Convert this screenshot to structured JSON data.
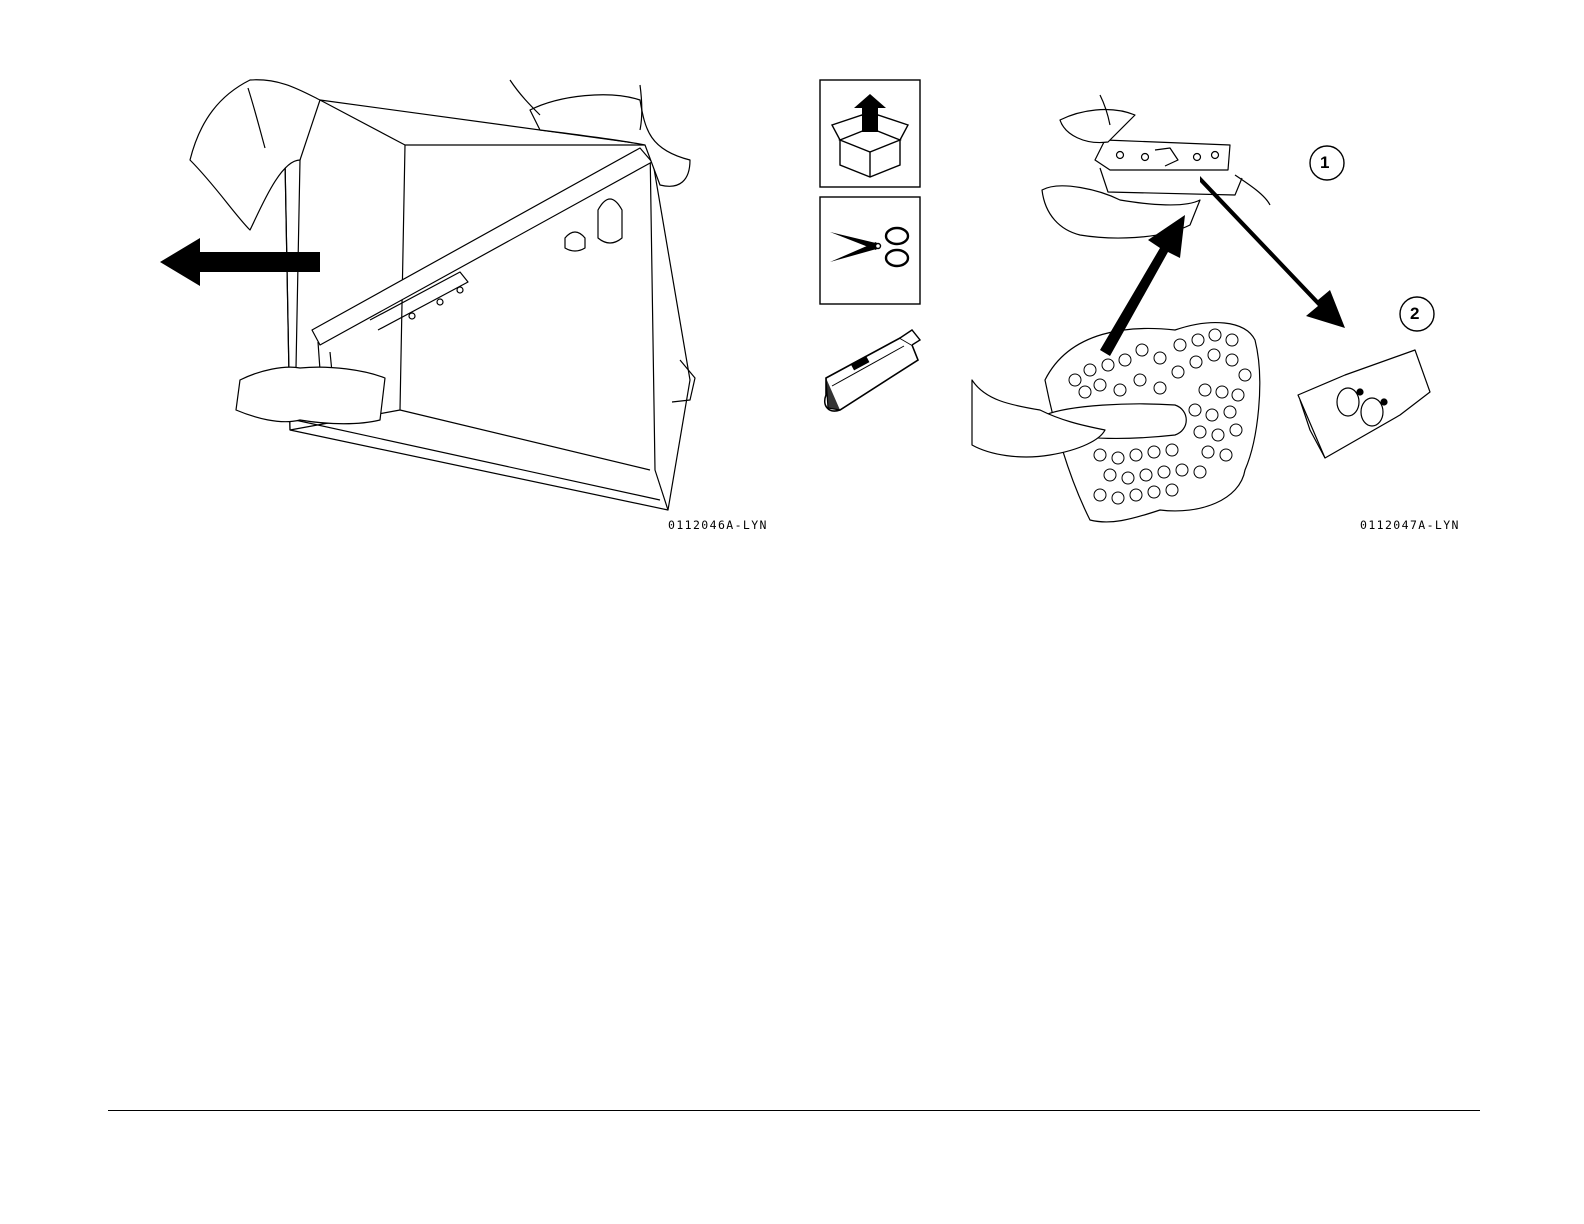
{
  "figure_left": {
    "caption_code": "0112046A-LYN"
  },
  "figure_right": {
    "caption_code": "0112047A-LYN",
    "callouts": [
      "1",
      "2"
    ]
  },
  "tool_icons": {
    "names": [
      "unpack-box-icon",
      "scissors-icon",
      "utility-knife-icon"
    ]
  }
}
